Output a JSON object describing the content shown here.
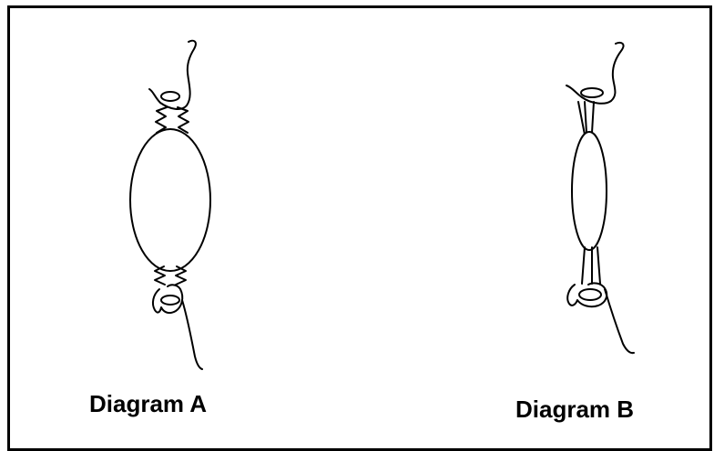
{
  "diagrams": [
    {
      "label": "Diagram A",
      "connector": "zigzag-spring"
    },
    {
      "label": "Diagram B",
      "connector": "straight-parallel"
    }
  ],
  "colors": {
    "stroke": "#000000",
    "background": "#ffffff"
  }
}
